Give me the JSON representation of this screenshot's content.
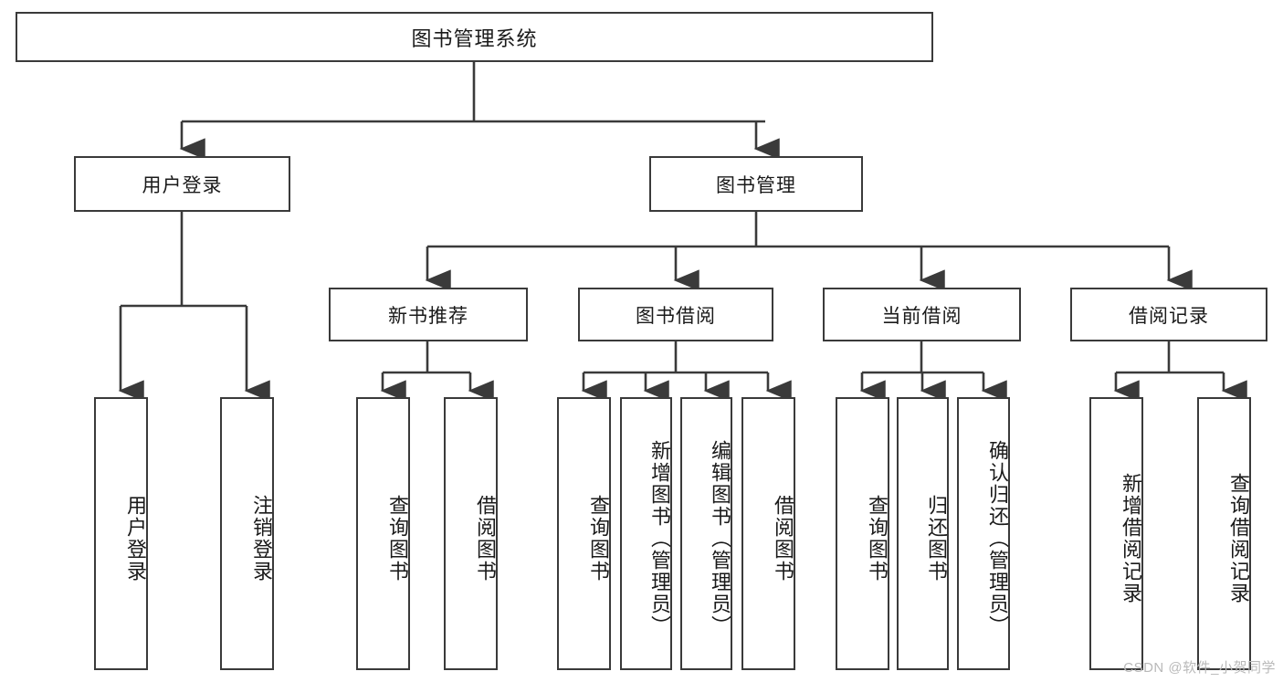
{
  "diagram": {
    "type": "hierarchy-tree",
    "title": "图书管理系统",
    "root": {
      "label": "图书管理系统"
    },
    "level1": [
      {
        "id": "user-login",
        "label": "用户登录"
      },
      {
        "id": "book-manage",
        "label": "图书管理"
      }
    ],
    "level2": [
      {
        "id": "new-book-recommend",
        "label": "新书推荐",
        "parent": "book-manage"
      },
      {
        "id": "book-borrow",
        "label": "图书借阅",
        "parent": "book-manage"
      },
      {
        "id": "current-borrow",
        "label": "当前借阅",
        "parent": "book-manage"
      },
      {
        "id": "borrow-record",
        "label": "借阅记录",
        "parent": "book-manage"
      }
    ],
    "leaves": {
      "user-login": [
        {
          "id": "leaf-user-login",
          "label": "用户登录"
        },
        {
          "id": "leaf-user-logout",
          "label": "注销登录"
        }
      ],
      "new-book-recommend": [
        {
          "id": "leaf-query-book-1",
          "label": "查询图书"
        },
        {
          "id": "leaf-borrow-book-1",
          "label": "借阅图书"
        }
      ],
      "book-borrow": [
        {
          "id": "leaf-query-book-2",
          "label": "查询图书"
        },
        {
          "id": "leaf-add-book",
          "label": "新增图书（管理员）"
        },
        {
          "id": "leaf-edit-book",
          "label": "编辑图书（管理员）"
        },
        {
          "id": "leaf-borrow-book-2",
          "label": "借阅图书"
        }
      ],
      "current-borrow": [
        {
          "id": "leaf-query-book-3",
          "label": "查询图书"
        },
        {
          "id": "leaf-return-book",
          "label": "归还图书"
        },
        {
          "id": "leaf-confirm-return",
          "label": "确认归还（管理员）"
        }
      ],
      "borrow-record": [
        {
          "id": "leaf-add-record",
          "label": "新增借阅记录"
        },
        {
          "id": "leaf-query-record",
          "label": "查询借阅记录"
        }
      ]
    },
    "watermark": "CSDN @软件_小贺同学",
    "colors": {
      "stroke": "#3a3a3a",
      "fill": "#ffffff",
      "text": "#1a1a1a",
      "watermark": "#b9b9b9"
    }
  }
}
